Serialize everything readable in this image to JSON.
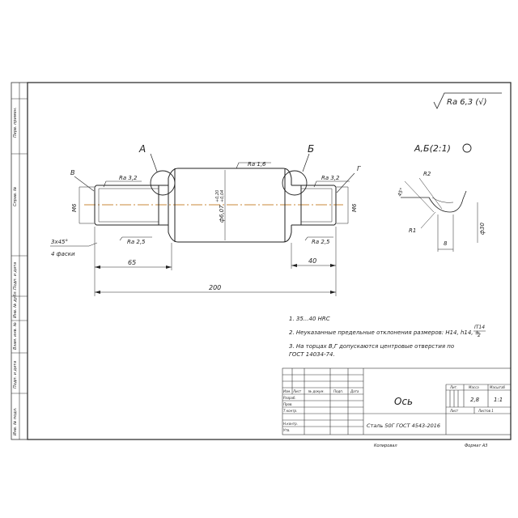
{
  "roughness": {
    "general": "Ra 6,3 (√)"
  },
  "sections": {
    "a": "А",
    "b": "Б",
    "detail": "А,Б(2:1)"
  },
  "surface_letters": {
    "v": "В",
    "g": "Г"
  },
  "roughness_marks": {
    "left": "Ra 3,2",
    "center": "Ra 1,6",
    "right": "Ra 3,2",
    "left_low": "Ra 2,5",
    "right_low": "Ra 2,5"
  },
  "dims": {
    "thread_left": "М6",
    "thread_right": "М6",
    "shaft_dia_main": "ф6,07",
    "shaft_dia_tol_upper": "+0,20",
    "shaft_dia_tol_lower": "+0,04",
    "len_left": "65",
    "len_right": "40",
    "len_total": "200",
    "chamfer_1": "3х45°",
    "chamfer_2": "4 фаски"
  },
  "detail_dims": {
    "r2": "R2",
    "r1": "R1",
    "angle": "45°",
    "width": "8",
    "dia": "ф30"
  },
  "notes": {
    "n1": "1. 35...40 HRC",
    "n2": "2. Неуказанные предельные отклонения размеров: H14, h14, ±",
    "n2_frac_num": "IT14",
    "n2_frac_den": "2",
    "n3a": "3. На торцах В,Г допускаются центровые отверстия по",
    "n3b": "ГОСТ 14034-74."
  },
  "title_block": {
    "name": "Ось",
    "material": "Сталь 50Г ГОСТ 4543-2016",
    "h_izm": "Изм.",
    "h_list": "Лист",
    "h_ndok": "№ докум.",
    "h_podp": "Подп.",
    "h_data": "Дата",
    "r_razrab": "Разраб.",
    "r_prov": "Пров.",
    "r_tkontr": "Т.контр.",
    "r_nkontr": "Н.контр.",
    "r_utv": "Утв.",
    "h_lit": "Лит.",
    "h_massa": "Масса",
    "h_masshtab": "Масштаб",
    "mass": "2,8",
    "scale": "1:1",
    "sheet_label": "Лист",
    "sheets_label": "Листов 1",
    "copied": "Копировал",
    "format": "Формат А3"
  },
  "side_stamps": [
    "Перв. примен.",
    "Справ. №",
    "Подп. и дата",
    "Инв. № дубл.",
    "Взам. инв. №",
    "Подп. и дата",
    "Инв. № подл."
  ]
}
